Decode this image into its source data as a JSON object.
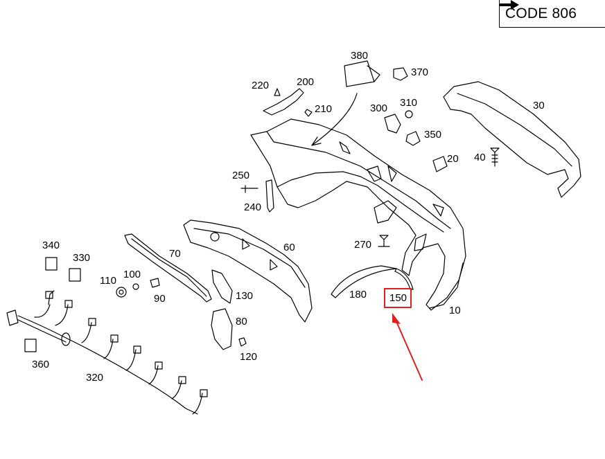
{
  "code_box": {
    "text": "CODE 806"
  },
  "labels": {
    "p10": "10",
    "p20": "20",
    "p30": "30",
    "p40": "40",
    "p60": "60",
    "p70": "70",
    "p80": "80",
    "p90": "90",
    "p100": "100",
    "p110": "110",
    "p120": "120",
    "p130": "130",
    "p150": "150",
    "p180": "180",
    "p200": "200",
    "p210": "210",
    "p220": "220",
    "p240": "240",
    "p250": "250",
    "p270": "270",
    "p300": "300",
    "p310": "310",
    "p320": "320",
    "p330": "330",
    "p340": "340",
    "p350": "350",
    "p360": "360",
    "p370": "370",
    "p380": "380"
  },
  "highlight": {
    "part": "150",
    "color": "#e02020"
  },
  "icons": {
    "code_arrow": "right-arrow-icon",
    "pointer": "red-arrow-icon"
  }
}
